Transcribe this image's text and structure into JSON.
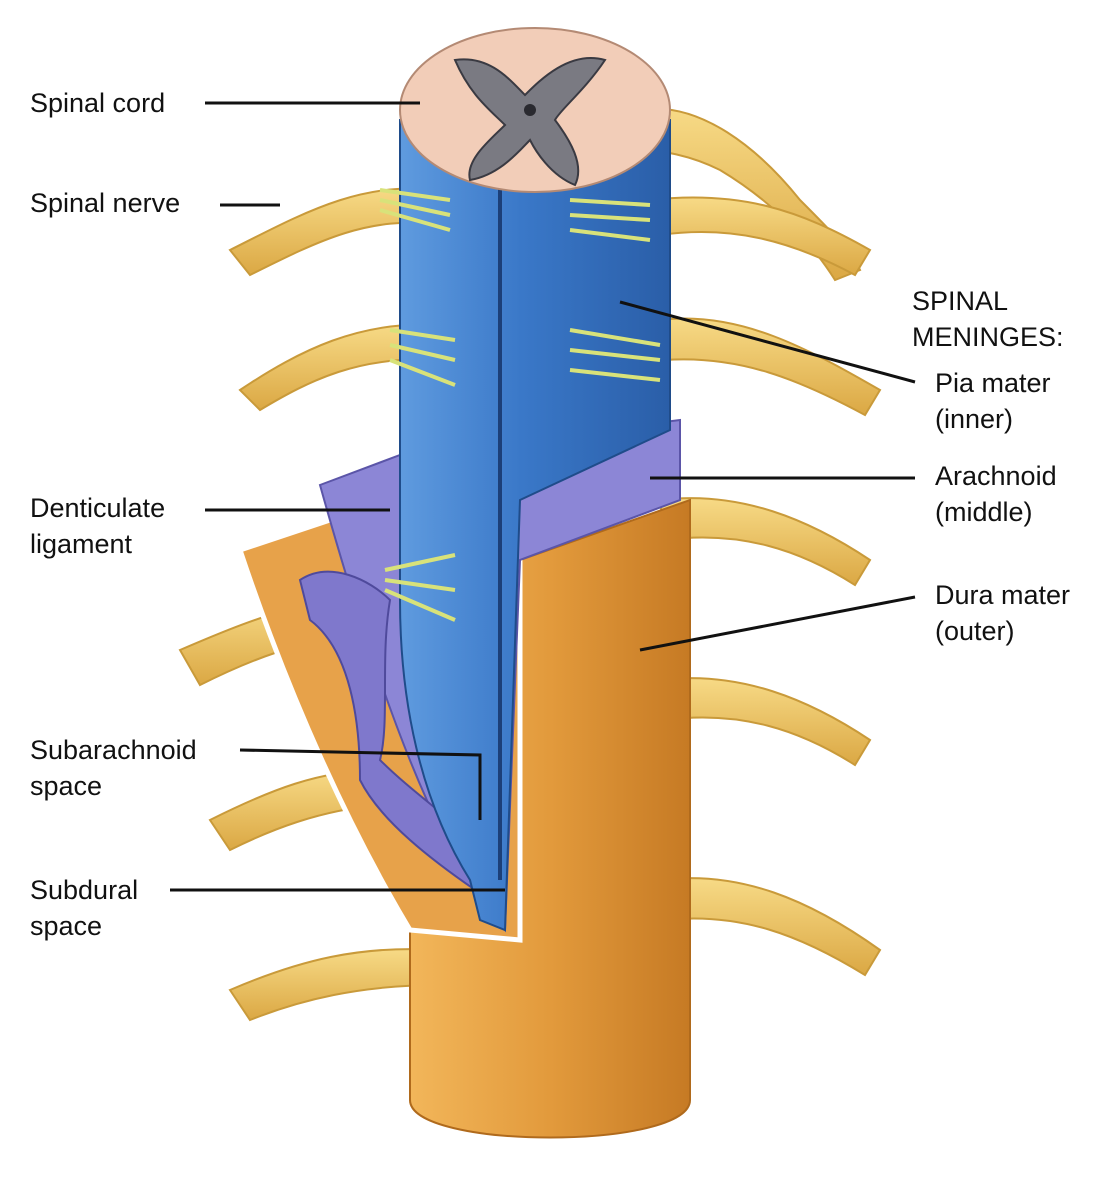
{
  "labels": {
    "spinal_cord": "Spinal cord",
    "spinal_nerve": "Spinal nerve",
    "denticulate_ligament": [
      "Denticulate",
      "ligament"
    ],
    "subarachnoid_space": [
      "Subarachnoid",
      "space"
    ],
    "subdural_space": [
      "Subdural",
      "space"
    ],
    "spinal_meninges": [
      "SPINAL",
      "MENINGES:"
    ],
    "pia_mater": [
      "Pia mater",
      "(inner)"
    ],
    "arachnoid": [
      "Arachnoid",
      "(middle)"
    ],
    "dura_mater": [
      "Dura mater",
      "(outer)"
    ]
  },
  "colors": {
    "pia_blue": "#3a78c8",
    "arachnoid_purple": "#8c86d6",
    "dura_orange": "#e29a3c",
    "nerve_yellow": "#efc45e",
    "cord_pink": "#f2cdb8",
    "gray_matter": "#7a7a82",
    "leader_line": "#111111"
  }
}
